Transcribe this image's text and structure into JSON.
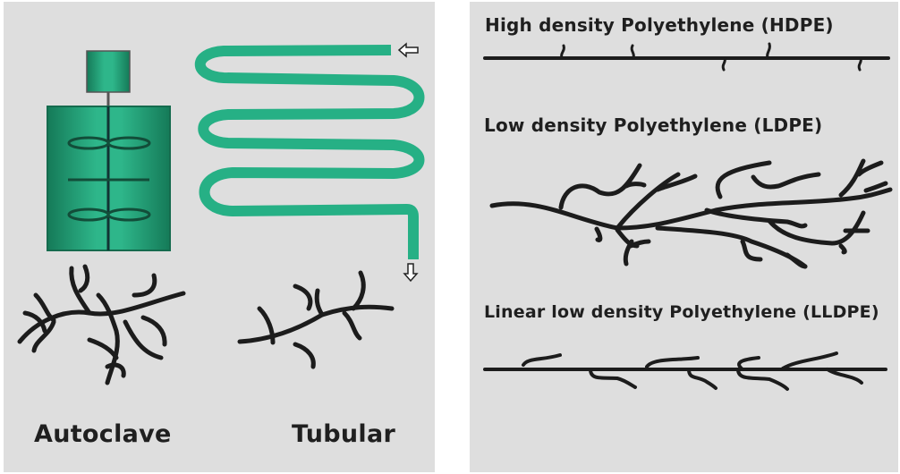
{
  "left_panel": {
    "autoclave_label": "Autoclave",
    "tubular_label": "Tubular"
  },
  "right_panel": {
    "hdpe_label": "High density Polyethylene (HDPE)",
    "ldpe_label": "Low density Polyethylene (LDPE)",
    "lldpe_label": "Linear low density Polyethylene (LLDPE)"
  },
  "colors": {
    "reactor_green": "#26b085",
    "vessel_green": "#1e9a72",
    "chain": "#1c1c1c",
    "panel_bg": "#dedede"
  }
}
